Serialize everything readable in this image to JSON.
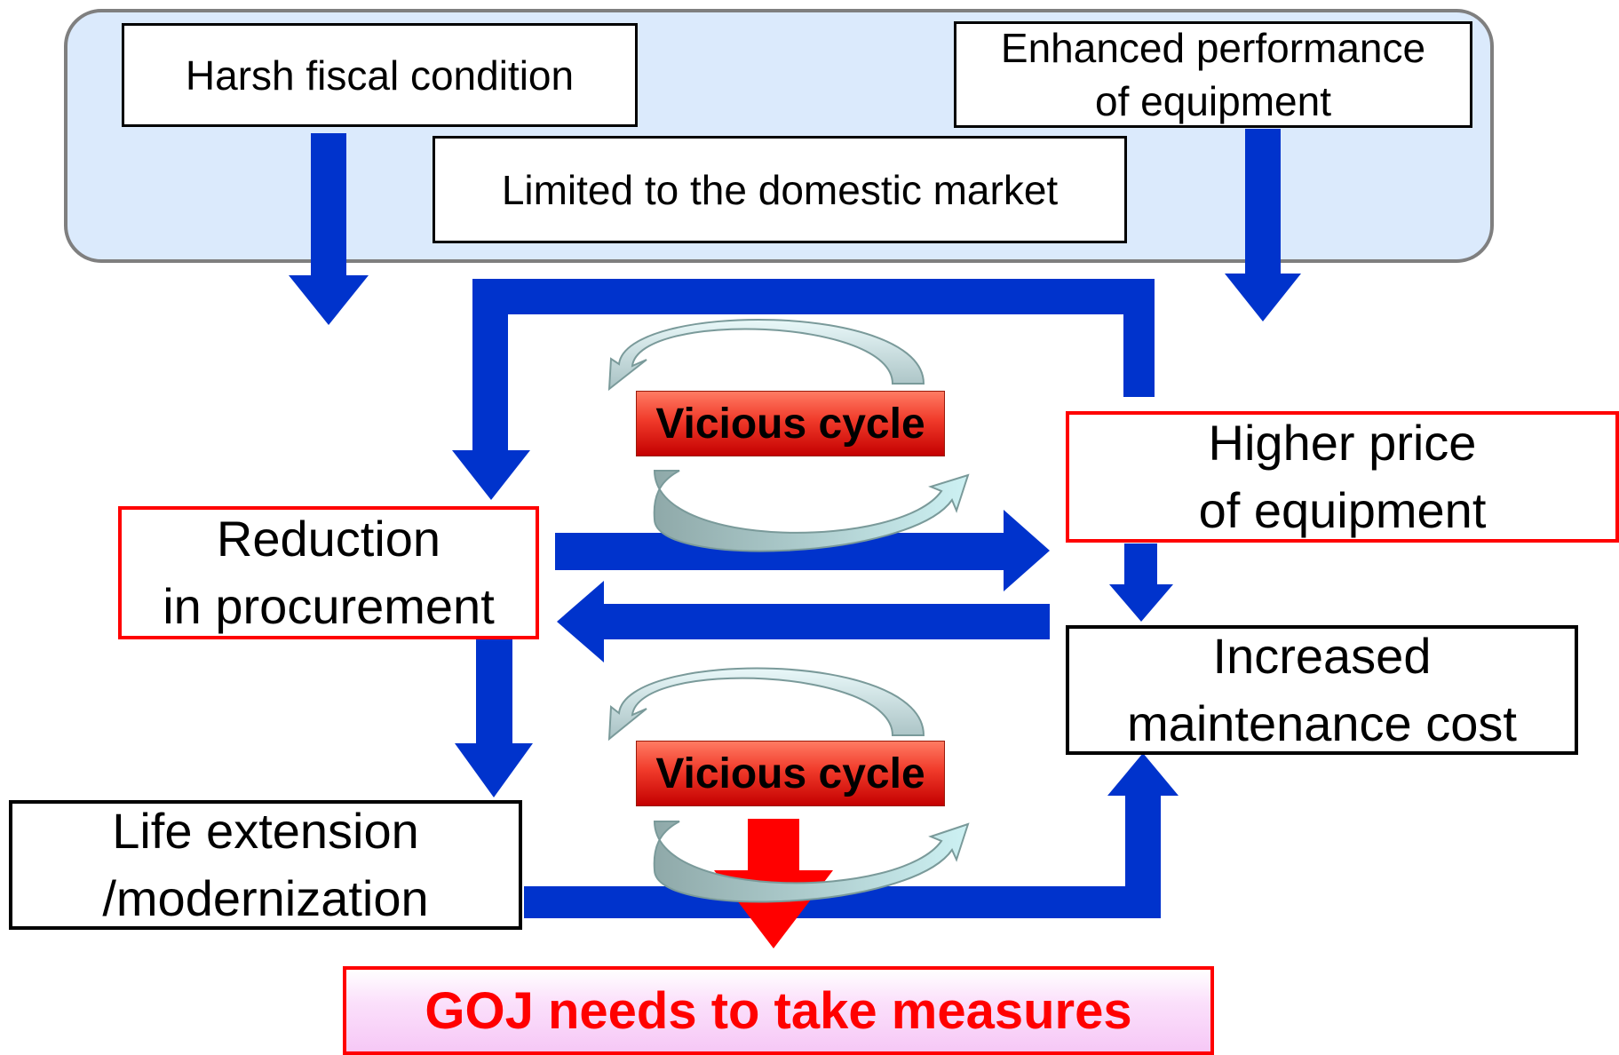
{
  "boxes": {
    "harsh_fiscal": "Harsh fiscal condition",
    "enhanced_perf_line1": "Enhanced performance",
    "enhanced_perf_line2": "of equipment",
    "limited_domestic": "Limited to the domestic market",
    "higher_price_line1": "Higher price",
    "higher_price_line2": "of equipment",
    "reduction_line1": "Reduction",
    "reduction_line2": "in procurement",
    "increased_line1": "Increased",
    "increased_line2": "maintenance cost",
    "life_ext_line1": "Life extension",
    "life_ext_line2": "/modernization"
  },
  "cycles": {
    "top_label": "Vicious cycle",
    "bottom_label": "Vicious cycle"
  },
  "conclusion": "GOJ needs to take measures",
  "colors": {
    "arrow_blue": "#0033cc",
    "arrow_red": "#ff0000",
    "panel_fill": "#dbeafc",
    "panel_border": "#7f7f7f",
    "highlight_border": "#ff0000",
    "cycle_arrow_dark": "#8aa6a6",
    "cycle_arrow_light": "#c9eef0"
  }
}
